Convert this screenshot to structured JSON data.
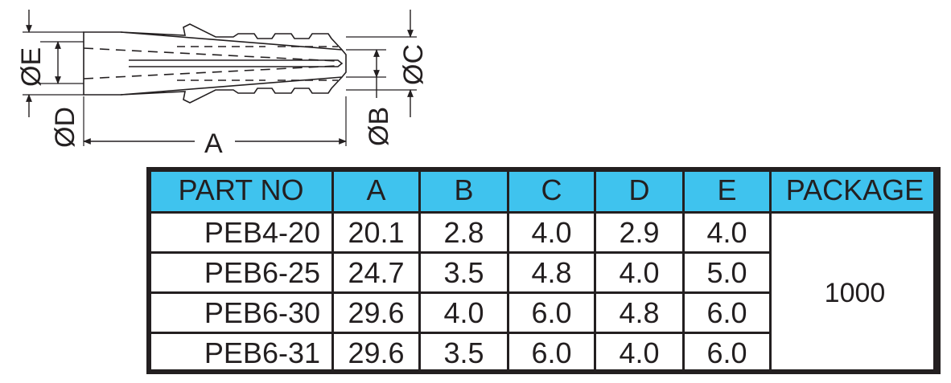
{
  "drawing": {
    "labels": {
      "E": "ØE",
      "D": "ØD",
      "A": "A",
      "B": "ØB",
      "C": "ØC"
    }
  },
  "table": {
    "headers": [
      "PART NO",
      "A",
      "B",
      "C",
      "D",
      "E",
      "PACKAGE"
    ],
    "rows": [
      [
        "PEB4-20",
        "20.1",
        "2.8",
        "4.0",
        "2.9",
        "4.0"
      ],
      [
        "PEB6-25",
        "24.7",
        "3.5",
        "4.8",
        "4.0",
        "5.0"
      ],
      [
        "PEB6-30",
        "29.6",
        "4.0",
        "6.0",
        "4.8",
        "6.0"
      ],
      [
        "PEB6-31",
        "29.6",
        "3.5",
        "6.0",
        "4.0",
        "6.0"
      ]
    ],
    "package": "1000"
  },
  "colors": {
    "header_bg": "#3fc3ee",
    "line": "#231f20"
  }
}
